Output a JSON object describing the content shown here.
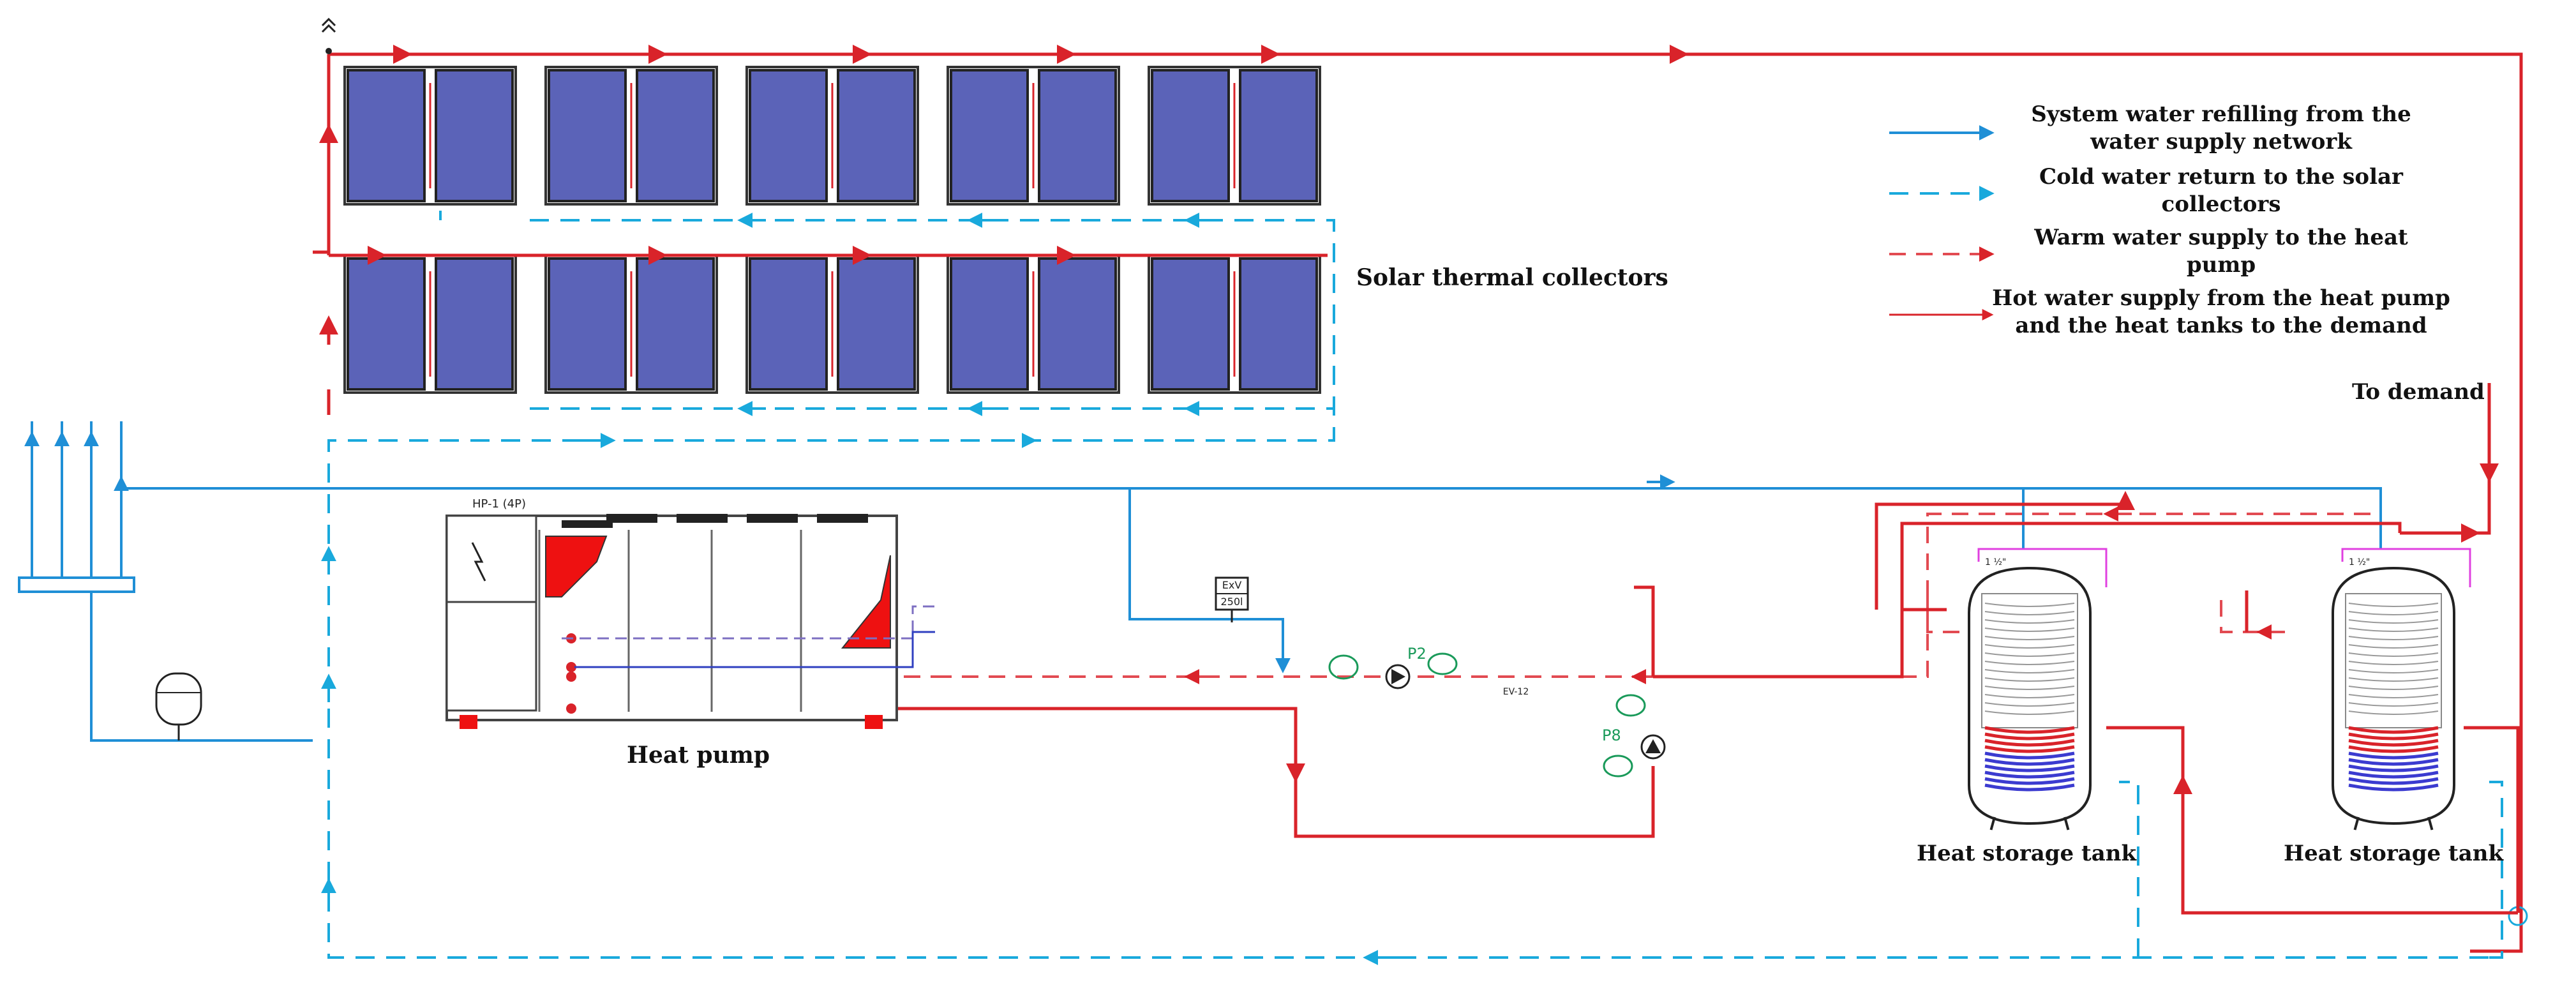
{
  "labels": {
    "solar_collectors": "Solar thermal collectors",
    "heat_pump": "Heat pump",
    "heat_pump_tag": "HP-1 (4P)",
    "tank_1": "Heat storage tank",
    "tank_2": "Heat storage tank",
    "to_demand": "To demand",
    "pump_p2": "P2",
    "pump_p8": "P8",
    "expansion_vessel_line1": "ExV",
    "expansion_vessel_line2": "250l",
    "valve_ev12": "EV-12",
    "pipe_size": "1 ½\""
  },
  "legend": {
    "items": [
      {
        "line1": "System water refilling from the",
        "line2": "water supply network"
      },
      {
        "line1": "Cold water return to the solar",
        "line2": "collectors"
      },
      {
        "line1": "Warm water supply to the heat",
        "line2": "pump"
      },
      {
        "line1": "Hot water supply from the heat pump",
        "line2": "and the heat tanks to the demand"
      }
    ]
  },
  "colors": {
    "hot_supply": "#d9232a",
    "warm_supply": "#e24b52",
    "cold_return": "#19a9dc",
    "refill": "#1f8fd6",
    "collector_panel": "#5b63b8",
    "heat_pump_fill": "#ee1111",
    "coil_top": "#d9232a",
    "coil_bottom": "#3b3bd0",
    "pump_symbol": "#1a9a5a",
    "magenta_line": "#e040e0"
  }
}
